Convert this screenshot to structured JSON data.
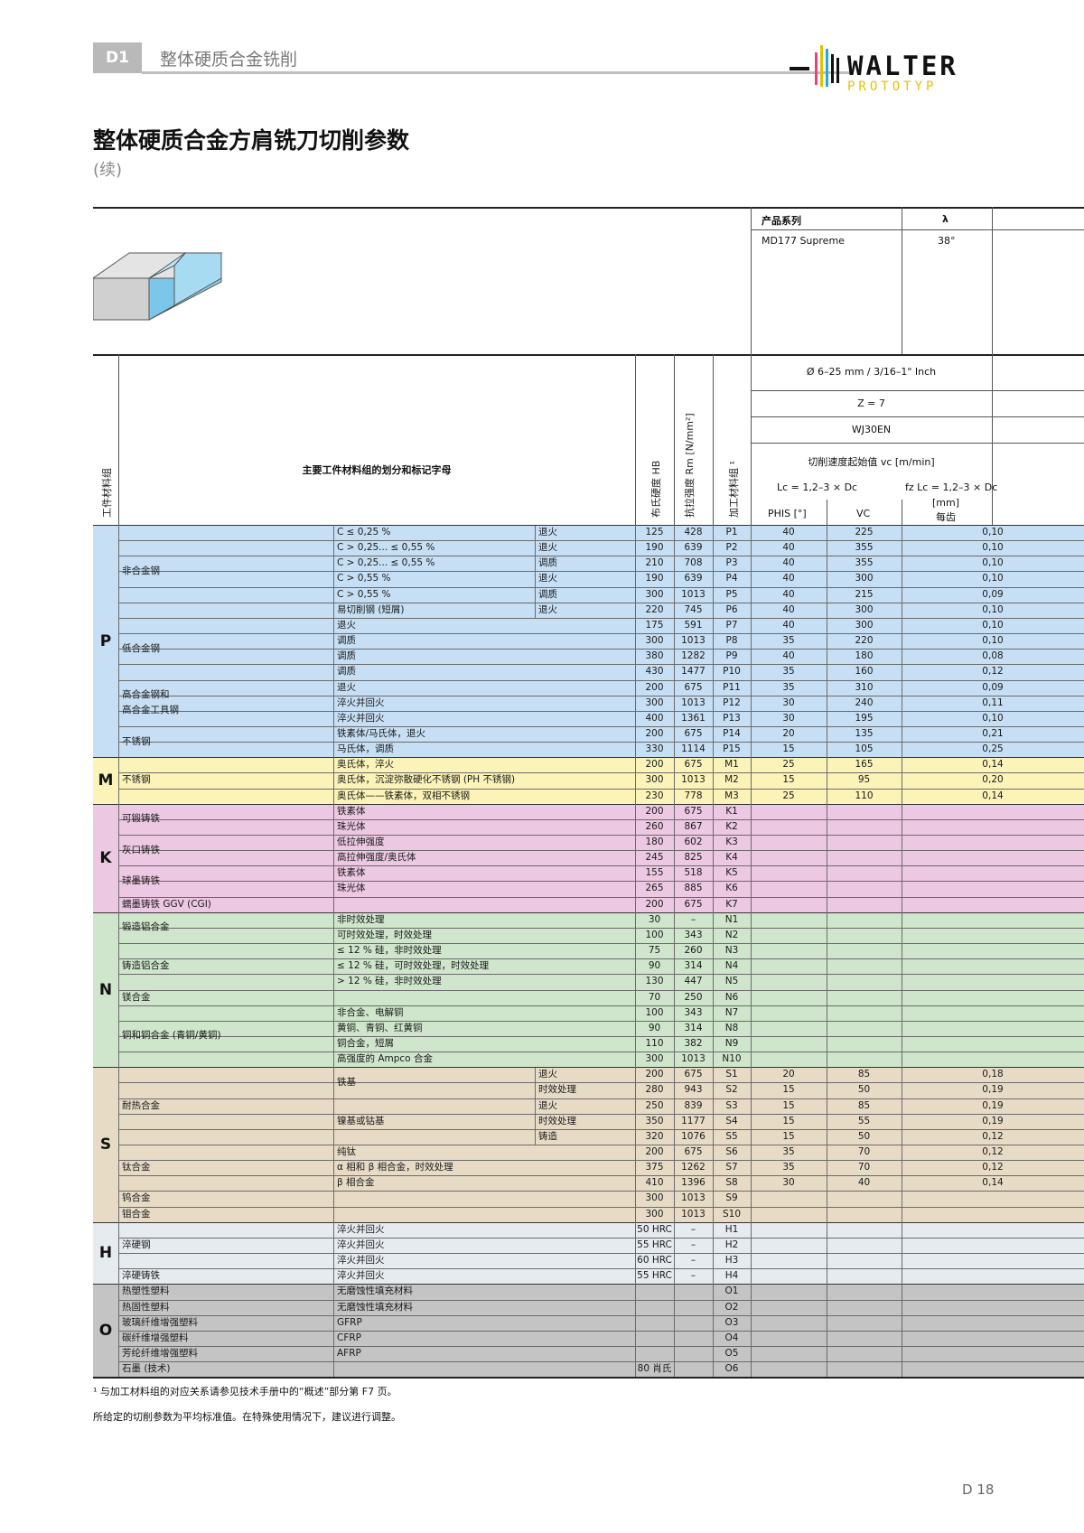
{
  "header": {
    "section_code": "D1",
    "section_title": "整体硬质合金铣削"
  },
  "logo": {
    "word": "WALTER",
    "sub": "PROTOTYP"
  },
  "title": "整体硬质合金方肩铣刀切削参数",
  "continued": "(续)",
  "product": {
    "series_label": "产品系列",
    "lambda_label": "λ",
    "series": "MD177 Supreme",
    "lambda": "38°",
    "diameter": "Ø 6–25 mm / 3/16–1\" Inch",
    "z": "Z = 7",
    "grade": "WJ30EN",
    "speed_label": "切削速度起始值 vc [m/min]",
    "lc_vc": "Lc = 1,2–3 × Dc",
    "lc_fz": "fz Lc = 1,2–3 × Dc",
    "mm": "[mm]",
    "phis": "PHIS [°]",
    "vc": "VC",
    "per_tooth": "每齿"
  },
  "col_headers": {
    "group": "工件材料组",
    "main": "主要工件材料组的划分和标记字母",
    "hb": "布氏硬度 HB",
    "rm": "抗拉强度 Rm [N/mm²]",
    "machining": "加工材料组 ¹"
  },
  "groups": [
    {
      "letter": "P",
      "color": "#c7dff4",
      "start": 0,
      "count": 15
    },
    {
      "letter": "M",
      "color": "#fbf3b8",
      "start": 15,
      "count": 3
    },
    {
      "letter": "K",
      "color": "#ecc8e2",
      "start": 18,
      "count": 7
    },
    {
      "letter": "N",
      "color": "#cfe6cc",
      "start": 25,
      "count": 10
    },
    {
      "letter": "S",
      "color": "#e7dbc6",
      "start": 35,
      "count": 10
    },
    {
      "letter": "H",
      "color": "#e6ebf0",
      "start": 45,
      "count": 4
    },
    {
      "letter": "O",
      "color": "#c4c4c4",
      "start": 49,
      "count": 6
    }
  ],
  "materials": [
    {
      "name": "非合金钢",
      "start": 0,
      "count": 6
    },
    {
      "name": "低合金钢",
      "start": 6,
      "count": 4
    },
    {
      "name": "高合金钢和\n高合金工具钢",
      "start": 10,
      "count": 3
    },
    {
      "name": "不锈钢",
      "start": 13,
      "count": 2
    },
    {
      "name": "不锈钢",
      "start": 15,
      "count": 3
    },
    {
      "name": "可锻铸铁",
      "start": 18,
      "count": 2
    },
    {
      "name": "灰口铸铁",
      "start": 20,
      "count": 2
    },
    {
      "name": "球墨铸铁",
      "start": 22,
      "count": 2
    },
    {
      "name": "蠕墨铸铁 GGV (CGI)",
      "start": 24,
      "count": 1
    },
    {
      "name": "锻造铝合金",
      "start": 25,
      "count": 2
    },
    {
      "name": "铸造铝合金",
      "start": 27,
      "count": 3
    },
    {
      "name": "镁合金",
      "start": 30,
      "count": 1
    },
    {
      "name": "铜和铜合金 (青铜/黄铜)",
      "start": 31,
      "count": 4
    },
    {
      "name": "耐热合金",
      "start": 35,
      "count": 5
    },
    {
      "name": "钛合金",
      "start": 40,
      "count": 3
    },
    {
      "name": "钨合金",
      "start": 43,
      "count": 1
    },
    {
      "name": "钼合金",
      "start": 44,
      "count": 1
    },
    {
      "name": "淬硬钢",
      "start": 45,
      "count": 3
    },
    {
      "name": "淬硬铸铁",
      "start": 48,
      "count": 1
    },
    {
      "name": "热塑性塑料",
      "start": 49,
      "count": 1
    },
    {
      "name": "热固性塑料",
      "start": 50,
      "count": 1
    },
    {
      "name": "玻璃纤维增强塑料",
      "start": 51,
      "count": 1
    },
    {
      "name": "碳纤维增强塑料",
      "start": 52,
      "count": 1
    },
    {
      "name": "芳纶纤维增强塑料",
      "start": 53,
      "count": 1
    },
    {
      "name": "石墨 (技术)",
      "start": 54,
      "count": 1
    }
  ],
  "sub_merged": [
    {
      "text": "铁基",
      "start": 35,
      "count": 2
    },
    {
      "text": "镍基或钴基",
      "start": 37,
      "count": 3
    }
  ],
  "rows": [
    {
      "d1": "C ≤ 0,25 %",
      "d2": "退火",
      "hb": "125",
      "rm": "428",
      "code": "P1",
      "phis": "40",
      "vc": "225",
      "fz": "0,10"
    },
    {
      "d1": "C > 0,25... ≤ 0,55 %",
      "d2": "退火",
      "hb": "190",
      "rm": "639",
      "code": "P2",
      "phis": "40",
      "vc": "355",
      "fz": "0,10"
    },
    {
      "d1": "C > 0,25... ≤ 0,55 %",
      "d2": "调质",
      "hb": "210",
      "rm": "708",
      "code": "P3",
      "phis": "40",
      "vc": "355",
      "fz": "0,10"
    },
    {
      "d1": "C > 0,55 %",
      "d2": "退火",
      "hb": "190",
      "rm": "639",
      "code": "P4",
      "phis": "40",
      "vc": "300",
      "fz": "0,10"
    },
    {
      "d1": "C > 0,55 %",
      "d2": "调质",
      "hb": "300",
      "rm": "1013",
      "code": "P5",
      "phis": "40",
      "vc": "215",
      "fz": "0,09"
    },
    {
      "d1": "易切削钢 (短屑)",
      "d2": "退火",
      "hb": "220",
      "rm": "745",
      "code": "P6",
      "phis": "40",
      "vc": "300",
      "fz": "0,10"
    },
    {
      "d1": "退火",
      "hb": "175",
      "rm": "591",
      "code": "P7",
      "phis": "40",
      "vc": "300",
      "fz": "0,10"
    },
    {
      "d1": "调质",
      "hb": "300",
      "rm": "1013",
      "code": "P8",
      "phis": "35",
      "vc": "220",
      "fz": "0,10"
    },
    {
      "d1": "调质",
      "hb": "380",
      "rm": "1282",
      "code": "P9",
      "phis": "40",
      "vc": "180",
      "fz": "0,08"
    },
    {
      "d1": "调质",
      "hb": "430",
      "rm": "1477",
      "code": "P10",
      "phis": "35",
      "vc": "160",
      "fz": "0,12"
    },
    {
      "d1": "退火",
      "hb": "200",
      "rm": "675",
      "code": "P11",
      "phis": "35",
      "vc": "310",
      "fz": "0,09"
    },
    {
      "d1": "淬火并回火",
      "hb": "300",
      "rm": "1013",
      "code": "P12",
      "phis": "30",
      "vc": "240",
      "fz": "0,11"
    },
    {
      "d1": "淬火并回火",
      "hb": "400",
      "rm": "1361",
      "code": "P13",
      "phis": "30",
      "vc": "195",
      "fz": "0,10"
    },
    {
      "d1": "铁素体/马氏体，退火",
      "hb": "200",
      "rm": "675",
      "code": "P14",
      "phis": "20",
      "vc": "135",
      "fz": "0,21"
    },
    {
      "d1": "马氏体，调质",
      "hb": "330",
      "rm": "1114",
      "code": "P15",
      "phis": "15",
      "vc": "105",
      "fz": "0,25"
    },
    {
      "d1": "奥氏体，淬火",
      "hb": "200",
      "rm": "675",
      "code": "M1",
      "phis": "25",
      "vc": "165",
      "fz": "0,14"
    },
    {
      "d1": "奥氏体，沉淀弥散硬化不锈钢 (PH 不锈钢)",
      "hb": "300",
      "rm": "1013",
      "code": "M2",
      "phis": "15",
      "vc": "95",
      "fz": "0,20"
    },
    {
      "d1": "奥氏体——铁素体，双相不锈钢",
      "hb": "230",
      "rm": "778",
      "code": "M3",
      "phis": "25",
      "vc": "110",
      "fz": "0,14"
    },
    {
      "d1": "铁素体",
      "hb": "200",
      "rm": "675",
      "code": "K1"
    },
    {
      "d1": "珠光体",
      "hb": "260",
      "rm": "867",
      "code": "K2"
    },
    {
      "d1": "低拉伸强度",
      "hb": "180",
      "rm": "602",
      "code": "K3"
    },
    {
      "d1": "高拉伸强度/奥氏体",
      "hb": "245",
      "rm": "825",
      "code": "K4"
    },
    {
      "d1": "铁素体",
      "hb": "155",
      "rm": "518",
      "code": "K5"
    },
    {
      "d1": "珠光体",
      "hb": "265",
      "rm": "885",
      "code": "K6"
    },
    {
      "d1": "",
      "hb": "200",
      "rm": "675",
      "code": "K7"
    },
    {
      "d1": "非时效处理",
      "hb": "30",
      "rm": "–",
      "code": "N1"
    },
    {
      "d1": "可时效处理，时效处理",
      "hb": "100",
      "rm": "343",
      "code": "N2"
    },
    {
      "d1": "≤ 12 % 硅，非时效处理",
      "hb": "75",
      "rm": "260",
      "code": "N3"
    },
    {
      "d1": "≤ 12 % 硅，可时效处理，时效处理",
      "hb": "90",
      "rm": "314",
      "code": "N4"
    },
    {
      "d1": "> 12 % 硅，非时效处理",
      "hb": "130",
      "rm": "447",
      "code": "N5"
    },
    {
      "d1": "",
      "hb": "70",
      "rm": "250",
      "code": "N6"
    },
    {
      "d1": "非合金、电解铜",
      "hb": "100",
      "rm": "343",
      "code": "N7"
    },
    {
      "d1": "黄铜、青铜、红黄铜",
      "hb": "90",
      "rm": "314",
      "code": "N8"
    },
    {
      "d1": "铜合金，短屑",
      "hb": "110",
      "rm": "382",
      "code": "N9"
    },
    {
      "d1": "高强度的 Ampco 合金",
      "hb": "300",
      "rm": "1013",
      "code": "N10"
    },
    {
      "d2": "退火",
      "hb": "200",
      "rm": "675",
      "code": "S1",
      "phis": "20",
      "vc": "85",
      "fz": "0,18"
    },
    {
      "d2": "时效处理",
      "hb": "280",
      "rm": "943",
      "code": "S2",
      "phis": "15",
      "vc": "50",
      "fz": "0,19"
    },
    {
      "d2": "退火",
      "hb": "250",
      "rm": "839",
      "code": "S3",
      "phis": "15",
      "vc": "85",
      "fz": "0,19"
    },
    {
      "d2": "时效处理",
      "hb": "350",
      "rm": "1177",
      "code": "S4",
      "phis": "15",
      "vc": "55",
      "fz": "0,19"
    },
    {
      "d2": "铸造",
      "hb": "320",
      "rm": "1076",
      "code": "S5",
      "phis": "15",
      "vc": "50",
      "fz": "0,12"
    },
    {
      "d1": "纯钛",
      "hb": "200",
      "rm": "675",
      "code": "S6",
      "phis": "35",
      "vc": "70",
      "fz": "0,12"
    },
    {
      "d1": "α 相和 β 相合金，时效处理",
      "hb": "375",
      "rm": "1262",
      "code": "S7",
      "phis": "35",
      "vc": "70",
      "fz": "0,12"
    },
    {
      "d1": "β 相合金",
      "hb": "410",
      "rm": "1396",
      "code": "S8",
      "phis": "30",
      "vc": "40",
      "fz": "0,14"
    },
    {
      "d1": "",
      "hb": "300",
      "rm": "1013",
      "code": "S9"
    },
    {
      "d1": "",
      "hb": "300",
      "rm": "1013",
      "code": "S10"
    },
    {
      "d1": "淬火并回火",
      "hb": "50 HRC",
      "rm": "–",
      "code": "H1"
    },
    {
      "d1": "淬火并回火",
      "hb": "55 HRC",
      "rm": "–",
      "code": "H2"
    },
    {
      "d1": "淬火并回火",
      "hb": "60 HRC",
      "rm": "–",
      "code": "H3"
    },
    {
      "d1": "淬火并回火",
      "hb": "55 HRC",
      "rm": "–",
      "code": "H4"
    },
    {
      "d1": "无磨蚀性填充材料",
      "hb": "",
      "rm": "",
      "code": "O1"
    },
    {
      "d1": "无磨蚀性填充材料",
      "hb": "",
      "rm": "",
      "code": "O2"
    },
    {
      "d1": "GFRP",
      "hb": "",
      "rm": "",
      "code": "O3"
    },
    {
      "d1": "CFRP",
      "hb": "",
      "rm": "",
      "code": "O4"
    },
    {
      "d1": "AFRP",
      "hb": "",
      "rm": "",
      "code": "O5"
    },
    {
      "d1": "",
      "hb": "80 肖氏",
      "rm": "",
      "code": "O6"
    }
  ],
  "footnotes": [
    "¹ 与加工材料组的对应关系请参见技术手册中的“概述”部分第 F7 页。",
    "所给定的切削参数为平均标准值。在特殊使用情况下，建议进行调整。"
  ],
  "page_number": "D 18"
}
